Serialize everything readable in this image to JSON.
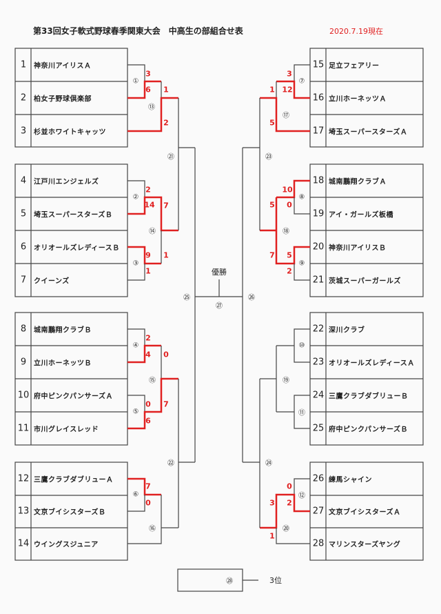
{
  "header": {
    "title": "第33回女子軟式野球春季関東大会　中高生の部組合せ表",
    "date": "2020.7.19現在"
  },
  "colors": {
    "winner_line": "#e02020",
    "line": "#444444",
    "score": "#e02020"
  },
  "teams": [
    {
      "no": "1",
      "name": "神奈川アイリスＡ"
    },
    {
      "no": "2",
      "name": "柏女子野球倶楽部"
    },
    {
      "no": "3",
      "name": "杉並ホワイトキャッツ"
    },
    {
      "no": "4",
      "name": "江戸川エンジェルズ"
    },
    {
      "no": "5",
      "name": "埼玉スーパースターズＢ"
    },
    {
      "no": "6",
      "name": "オリオールズレディースＢ"
    },
    {
      "no": "7",
      "name": "クイーンズ"
    },
    {
      "no": "8",
      "name": "城南鵬翔クラブＢ"
    },
    {
      "no": "9",
      "name": "立川ホーネッツＢ"
    },
    {
      "no": "10",
      "name": "府中ピンクパンサーズＡ"
    },
    {
      "no": "11",
      "name": "市川グレイスレッド"
    },
    {
      "no": "12",
      "name": "三鷹クラブダブリューＡ"
    },
    {
      "no": "13",
      "name": "文京ブイシスターズＢ"
    },
    {
      "no": "14",
      "name": "ウイングスジュニア"
    },
    {
      "no": "15",
      "name": "足立フェアリー"
    },
    {
      "no": "16",
      "name": "立川ホーネッツＡ"
    },
    {
      "no": "17",
      "name": "埼玉スーパースターズＡ"
    },
    {
      "no": "18",
      "name": "城南鵬翔クラブＡ"
    },
    {
      "no": "19",
      "name": "アイ・ガールズ板橋"
    },
    {
      "no": "20",
      "name": "神奈川アイリスＢ"
    },
    {
      "no": "21",
      "name": "茨城スーパーガールズ"
    },
    {
      "no": "22",
      "name": "深川クラブ"
    },
    {
      "no": "23",
      "name": "オリオールズレディースＡ"
    },
    {
      "no": "24",
      "name": "三鷹クラブダブリューＢ"
    },
    {
      "no": "25",
      "name": "府中ピンクパンサーズＢ"
    },
    {
      "no": "26",
      "name": "練馬シャイン"
    },
    {
      "no": "27",
      "name": "文京ブイシスターズＡ"
    },
    {
      "no": "28",
      "name": "マリンスターズヤング"
    }
  ],
  "matches": {
    "m1": {
      "label": "①",
      "scores": [
        "3",
        "6"
      ]
    },
    "m2": {
      "label": "②",
      "scores": [
        "2",
        "14"
      ]
    },
    "m3": {
      "label": "③",
      "scores": [
        "9",
        "1"
      ]
    },
    "m4": {
      "label": "④",
      "scores": [
        "2",
        "4"
      ]
    },
    "m5": {
      "label": "⑤",
      "scores": [
        "0",
        "6"
      ]
    },
    "m6": {
      "label": "⑥",
      "scores": [
        "7",
        "0"
      ]
    },
    "m7": {
      "label": "⑦",
      "scores": [
        "3",
        "12"
      ]
    },
    "m8": {
      "label": "⑧",
      "scores": [
        "10",
        "0"
      ]
    },
    "m9": {
      "label": "⑨",
      "scores": [
        "5",
        "2"
      ]
    },
    "m10": {
      "label": "⑩",
      "scores": []
    },
    "m11": {
      "label": "⑪",
      "scores": []
    },
    "m12": {
      "label": "⑫",
      "scores": [
        "0",
        "2"
      ]
    },
    "m13": {
      "label": "⑬",
      "scores": [
        "1",
        "2"
      ]
    },
    "m14": {
      "label": "⑭",
      "scores": [
        "7",
        "1"
      ]
    },
    "m15": {
      "label": "⑮",
      "scores": [
        "0",
        "7"
      ]
    },
    "m16": {
      "label": "⑯",
      "scores": []
    },
    "m17": {
      "label": "⑰",
      "scores": [
        "1",
        "5"
      ]
    },
    "m18": {
      "label": "⑱",
      "scores": [
        "5",
        "7"
      ]
    },
    "m19": {
      "label": "⑲",
      "scores": []
    },
    "m20": {
      "label": "⑳",
      "scores": [
        "3",
        "1"
      ]
    },
    "m21": {
      "label": "㉑",
      "scores": []
    },
    "m22": {
      "label": "㉒",
      "scores": []
    },
    "m23": {
      "label": "㉓",
      "scores": []
    },
    "m24": {
      "label": "㉔",
      "scores": []
    },
    "m25": {
      "label": "㉕",
      "scores": []
    },
    "m26": {
      "label": "㉖",
      "scores": []
    },
    "m27": {
      "label": "㉗",
      "scores": []
    },
    "m28": {
      "label": "㉘",
      "scores": []
    }
  },
  "final": {
    "champion_label": "優勝"
  },
  "third_place": {
    "label": "3位"
  }
}
